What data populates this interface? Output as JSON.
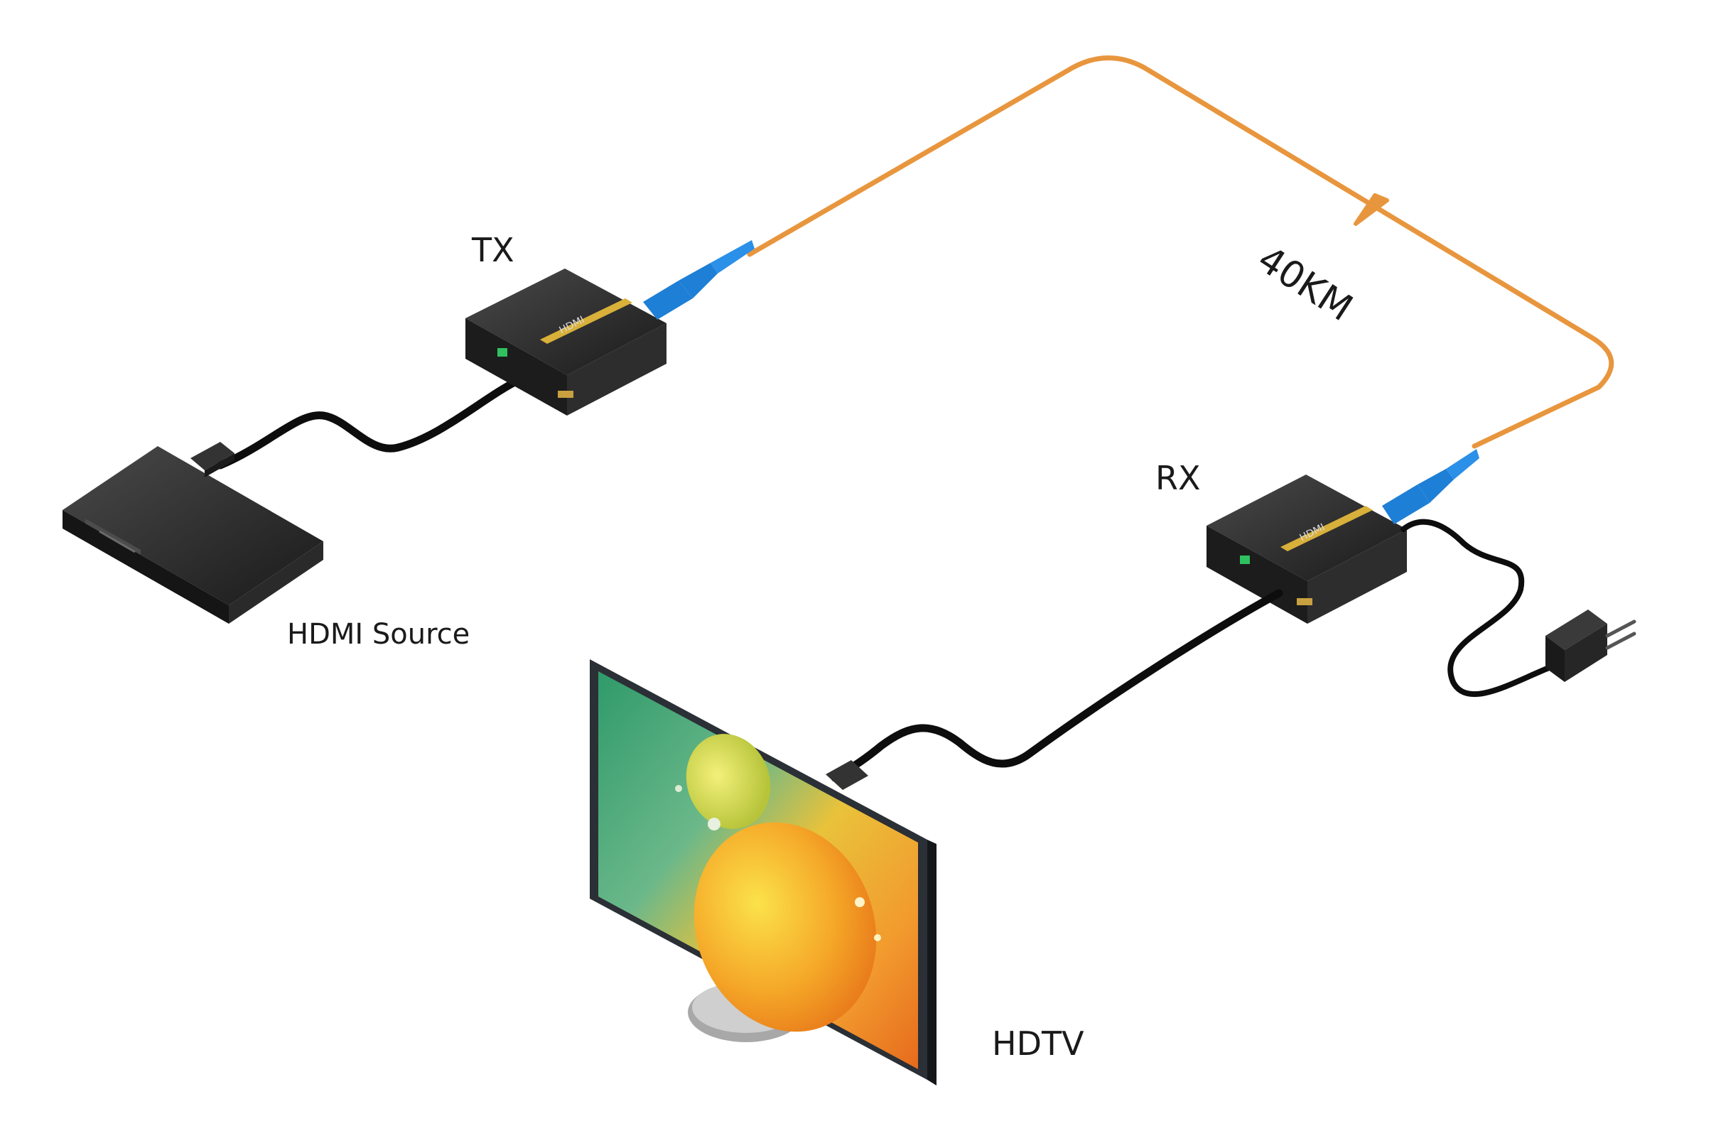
{
  "diagram": {
    "tx_label": "TX",
    "rx_label": "RX",
    "source_label": "HDMI Source",
    "display_label": "HDTV",
    "distance_label": "40KM",
    "fiber_color": "#e8963e",
    "connector_color": "#1e7fd6",
    "cable_color": "#0d0d0d",
    "device_color": "#2a2a2a"
  }
}
